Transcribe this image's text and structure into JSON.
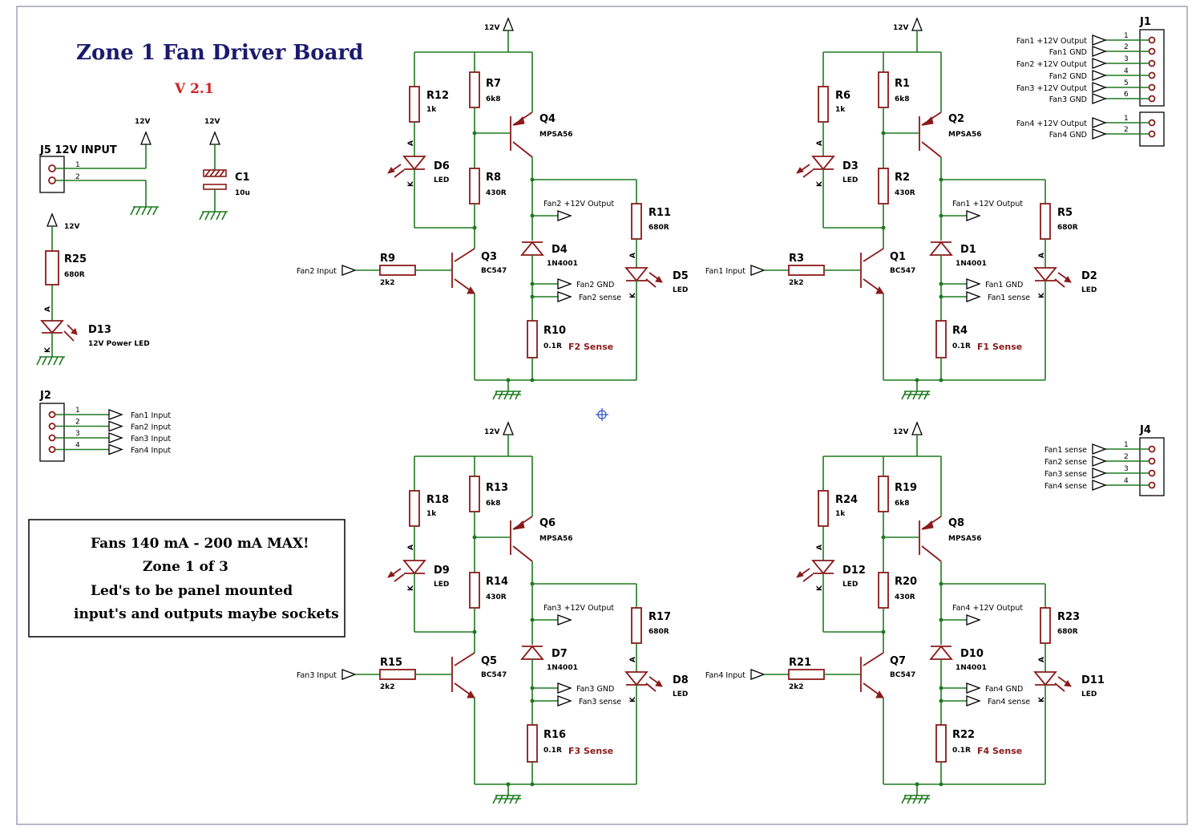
{
  "title": "Zone 1 Fan Driver Board",
  "version": "V 2.1",
  "notes": [
    "Fans 140 mA - 200 mA MAX!",
    "Zone 1 of 3",
    "Led's to be panel mounted",
    "input's and outputs maybe sockets"
  ],
  "supply_label": "12V",
  "power": {
    "j5_ref": "J5",
    "j5_name": "12V INPUT",
    "pin1": "1",
    "pin2": "2",
    "c1_ref": "C1",
    "c1_val": "10u",
    "r25_ref": "R25",
    "r25_val": "680R",
    "d13_ref": "D13",
    "d13_val": "12V Power LED",
    "anode": "A",
    "cathode": "K"
  },
  "j2": {
    "ref": "J2",
    "pins": [
      {
        "num": "1",
        "net": "Fan1 Input"
      },
      {
        "num": "2",
        "net": "Fan2 Input"
      },
      {
        "num": "3",
        "net": "Fan3 Input"
      },
      {
        "num": "4",
        "net": "Fan4 Input"
      }
    ]
  },
  "j1": {
    "ref": "J1",
    "pins": [
      {
        "num": "1",
        "net": "Fan1 +12V Output"
      },
      {
        "num": "2",
        "net": "Fan1 GND"
      },
      {
        "num": "3",
        "net": "Fan2 +12V Output"
      },
      {
        "num": "4",
        "net": "Fan2 GND"
      },
      {
        "num": "5",
        "net": "Fan3 +12V Output"
      },
      {
        "num": "6",
        "net": "Fan3 GND"
      },
      {
        "num": "1",
        "net": "Fan4 +12V Output"
      },
      {
        "num": "2",
        "net": "Fan4 GND"
      }
    ]
  },
  "j4": {
    "ref": "J4",
    "pins": [
      {
        "num": "1",
        "net": "Fan1 sense"
      },
      {
        "num": "2",
        "net": "Fan2 sense"
      },
      {
        "num": "3",
        "net": "Fan3 sense"
      },
      {
        "num": "4",
        "net": "Fan4 sense"
      }
    ]
  },
  "drivers": [
    {
      "supply": "12V",
      "input": "Fan2 Input",
      "r_led": "R12",
      "r_led_val": "1k",
      "led_ref": "D6",
      "led_val": "LED",
      "r_bias": "R7",
      "r_bias_val": "6k8",
      "r_base2": "R8",
      "r_base2_val": "430R",
      "pnp": "Q4",
      "pnp_val": "MPSA56",
      "npn": "Q3",
      "npn_val": "BC547",
      "r_in": "R9",
      "r_in_val": "2k2",
      "diode": "D4",
      "diode_val": "1N4001",
      "r_sense": "R10",
      "r_sense_val": "0.1R",
      "sense_label": "F2 Sense",
      "r_ind": "R11",
      "r_ind_val": "680R",
      "led2_ref": "D5",
      "led2_val": "LED",
      "out": "Fan2 +12V Output",
      "gnd": "Fan2 GND",
      "sense": "Fan2 sense"
    },
    {
      "supply": "12V",
      "input": "Fan1 Input",
      "r_led": "R6",
      "r_led_val": "1k",
      "led_ref": "D3",
      "led_val": "LED",
      "r_bias": "R1",
      "r_bias_val": "6k8",
      "r_base2": "R2",
      "r_base2_val": "430R",
      "pnp": "Q2",
      "pnp_val": "MPSA56",
      "npn": "Q1",
      "npn_val": "BC547",
      "r_in": "R3",
      "r_in_val": "2k2",
      "diode": "D1",
      "diode_val": "1N4001",
      "r_sense": "R4",
      "r_sense_val": "0.1R",
      "sense_label": "F1 Sense",
      "r_ind": "R5",
      "r_ind_val": "680R",
      "led2_ref": "D2",
      "led2_val": "LED",
      "out": "Fan1 +12V Output",
      "gnd": "Fan1 GND",
      "sense": "Fan1 sense"
    },
    {
      "supply": "12V",
      "input": "Fan3 Input",
      "r_led": "R18",
      "r_led_val": "1k",
      "led_ref": "D9",
      "led_val": "LED",
      "r_bias": "R13",
      "r_bias_val": "6k8",
      "r_base2": "R14",
      "r_base2_val": "430R",
      "pnp": "Q6",
      "pnp_val": "MPSA56",
      "npn": "Q5",
      "npn_val": "BC547",
      "r_in": "R15",
      "r_in_val": "2k2",
      "diode": "D7",
      "diode_val": "1N4001",
      "r_sense": "R16",
      "r_sense_val": "0.1R",
      "sense_label": "F3 Sense",
      "r_ind": "R17",
      "r_ind_val": "680R",
      "led2_ref": "D8",
      "led2_val": "LED",
      "out": "Fan3 +12V Output",
      "gnd": "Fan3 GND",
      "sense": "Fan3 sense"
    },
    {
      "supply": "12V",
      "input": "Fan4 Input",
      "r_led": "R24",
      "r_led_val": "1k",
      "led_ref": "D12",
      "led_val": "LED",
      "r_bias": "R19",
      "r_bias_val": "6k8",
      "r_base2": "R20",
      "r_base2_val": "430R",
      "pnp": "Q8",
      "pnp_val": "MPSA56",
      "npn": "Q7",
      "npn_val": "BC547",
      "r_in": "R21",
      "r_in_val": "2k2",
      "diode": "D10",
      "diode_val": "1N4001",
      "r_sense": "R22",
      "r_sense_val": "0.1R",
      "sense_label": "F4 Sense",
      "r_ind": "R23",
      "r_ind_val": "680R",
      "led2_ref": "D11",
      "led2_val": "LED",
      "out": "Fan4 +12V Output",
      "gnd": "Fan4 GND",
      "sense": "Fan4 sense"
    }
  ]
}
